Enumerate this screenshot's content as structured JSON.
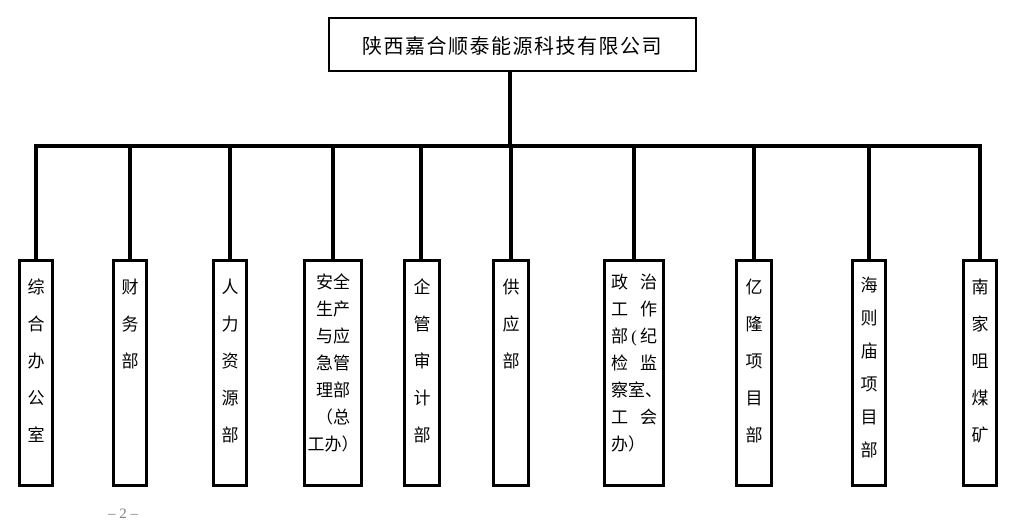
{
  "company": {
    "name": "陕西嘉合顺泰能源科技有限公司"
  },
  "departments": [
    {
      "name": "综合办公室",
      "lines": [
        "综",
        "合",
        "办",
        "公",
        "室"
      ]
    },
    {
      "name": "财务部",
      "lines": [
        "财",
        "务",
        "部"
      ]
    },
    {
      "name": "人力资源部",
      "lines": [
        "人",
        "力",
        "资",
        "源",
        "部"
      ]
    },
    {
      "name": "安全生产与应急管理部（总工办）",
      "lines": [
        "安全",
        "生产",
        "与应",
        "急管",
        "理部",
        "（总",
        "工办）"
      ]
    },
    {
      "name": "企管审计部",
      "lines": [
        "企",
        "管",
        "审",
        "计",
        "部"
      ]
    },
    {
      "name": "供应部",
      "lines": [
        "供",
        "应",
        "部"
      ]
    },
    {
      "name": "政治工作部(纪检监察室、工会办）",
      "lines": [
        "政治",
        "工作",
        "部(纪",
        "检监",
        "察室、",
        "工会",
        "办）"
      ]
    },
    {
      "name": "亿隆项目部",
      "lines": [
        "亿",
        "隆",
        "项",
        "目",
        "部"
      ]
    },
    {
      "name": "海则庙项目部",
      "lines": [
        "海",
        "则",
        "庙",
        "项",
        "目",
        "部"
      ]
    },
    {
      "name": "南家咀煤矿",
      "lines": [
        "南",
        "家",
        "咀",
        "煤",
        "矿"
      ]
    }
  ],
  "page": {
    "number": "– 2 –"
  },
  "colors": {
    "line": "#000000",
    "background": "#ffffff",
    "page_number": "#7d818c"
  }
}
